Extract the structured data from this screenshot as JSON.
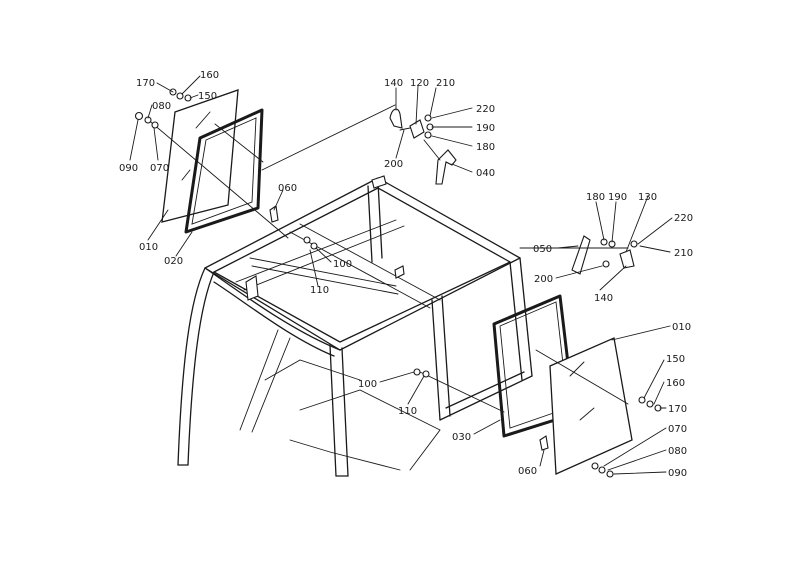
{
  "diagram": {
    "ink_color": "#1a1a1a",
    "background": "#ffffff",
    "callouts": {
      "p170_l": "170",
      "p160_l": "160",
      "p150_l": "150",
      "p080_l": "080",
      "p090_l": "090",
      "p070_l": "070",
      "p010_l": "010",
      "p020_l": "020",
      "p060_t": "060",
      "p100_t": "100",
      "p110_t": "110",
      "p140_t": "140",
      "p120_t": "120",
      "p210_t": "210",
      "p220_t": "220",
      "p190_t": "190",
      "p180_t": "180",
      "p200_t": "200",
      "p040_t": "040",
      "p180_r": "180",
      "p190_r": "190",
      "p130_r": "130",
      "p220_r": "220",
      "p050_r": "050",
      "p210_r": "210",
      "p200_r": "200",
      "p140_r": "140",
      "p010_r": "010",
      "p150_r": "150",
      "p160_r": "160",
      "p170_r": "170",
      "p070_r": "070",
      "p080_r": "080",
      "p090_r": "090",
      "p100_b": "100",
      "p110_b": "110",
      "p030_r": "030",
      "p060_b": "060"
    }
  }
}
